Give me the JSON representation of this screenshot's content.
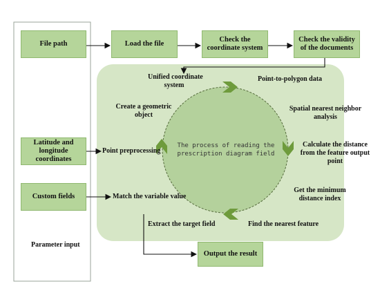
{
  "nodes": {
    "file_path": "File path",
    "load_file": "Load the file",
    "check_coordinate": "Check the coordinate system",
    "check_validity": "Check the validity of the documents",
    "lat_long": "Latitude and longitude coordinates",
    "custom_fields": "Custom fields",
    "output_result": "Output the result"
  },
  "labels": {
    "parameter_input": "Parameter input",
    "unified_line1": "Unified coordinate",
    "unified_line2": "system",
    "point_to_polygon": "Point-to-polygon data",
    "spatial_line1": "Spatial nearest neighbor",
    "spatial_line2": "analysis",
    "calc_line1": "Calculate the distance",
    "calc_line2": "from the feature output",
    "calc_line3": "point",
    "min_line1": "Get the minimum",
    "min_line2": "distance index",
    "nearest_feature": "Find the nearest feature",
    "extract_target": "Extract the target field",
    "match_variable": "Match the variable value",
    "point_preprocessing": "Point preprocessing",
    "geo_line1": "Create a geometric",
    "geo_line2": "object",
    "center_line1": "The process of reading the",
    "center_line2": "prescription diagram field"
  },
  "colors": {
    "box_fill": "#b5d59a",
    "panel_fill": "#d6e6c6",
    "circle_fill": "#b4d19c",
    "chevron": "#6e9b3c"
  }
}
